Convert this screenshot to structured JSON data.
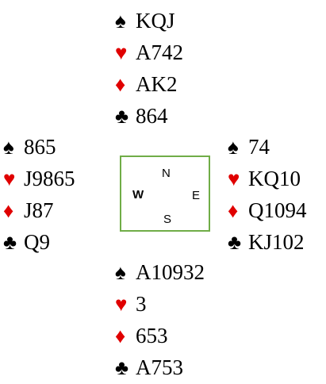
{
  "colors": {
    "black_suit": "#000000",
    "red_suit": "#e00000",
    "compass_border": "#70ad47"
  },
  "suit_symbols": {
    "spade": "♠",
    "heart": "♥",
    "diamond": "♦",
    "club": "♣"
  },
  "hands": {
    "north": {
      "spades": "KQJ",
      "hearts": "A742",
      "diamonds": "AK2",
      "clubs": "864"
    },
    "west": {
      "spades": "865",
      "hearts": "J9865",
      "diamonds": "J87",
      "clubs": "Q9"
    },
    "east": {
      "spades": "74",
      "hearts": "KQ10",
      "diamonds": "Q1094",
      "clubs": "KJ102"
    },
    "south": {
      "spades": "A10932",
      "hearts": "3",
      "diamonds": "653",
      "clubs": "A753"
    }
  },
  "compass": {
    "north": "N",
    "west": "W",
    "east": "E",
    "south": "S"
  }
}
